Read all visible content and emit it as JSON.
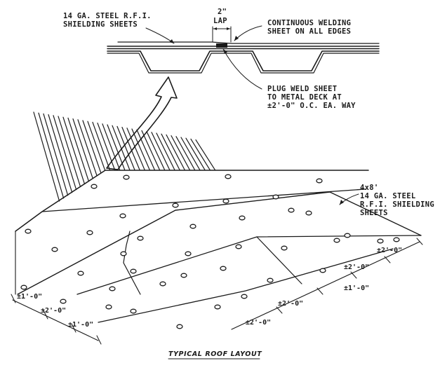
{
  "detail": {
    "shielding_label": [
      "14 GA. STEEL R.F.I.",
      "SHIELDING SHEETS"
    ],
    "lap_dim": "2\"",
    "lap_label": "LAP",
    "welding_label": [
      "CONTINUOUS WELDING",
      "SHEET ON ALL EDGES"
    ],
    "plug_weld_label": [
      "PLUG WELD SHEET",
      "TO METAL DECK AT",
      "±2'-0\" O.C. EA. WAY"
    ]
  },
  "roof": {
    "sheet_label": [
      "4x8'",
      "14 GA. STEEL",
      "R.F.I. SHIELDING",
      "SHEETS"
    ],
    "dims_left": [
      "±1'-0\"",
      "±2'-0\"",
      "±1'-0\""
    ],
    "dims_right": [
      "±2'-0\"",
      "±2'-0\"",
      "±1'-0\"",
      "±2'-0\"",
      "±2'-0\""
    ]
  },
  "caption": "TYPICAL ROOF LAYOUT"
}
